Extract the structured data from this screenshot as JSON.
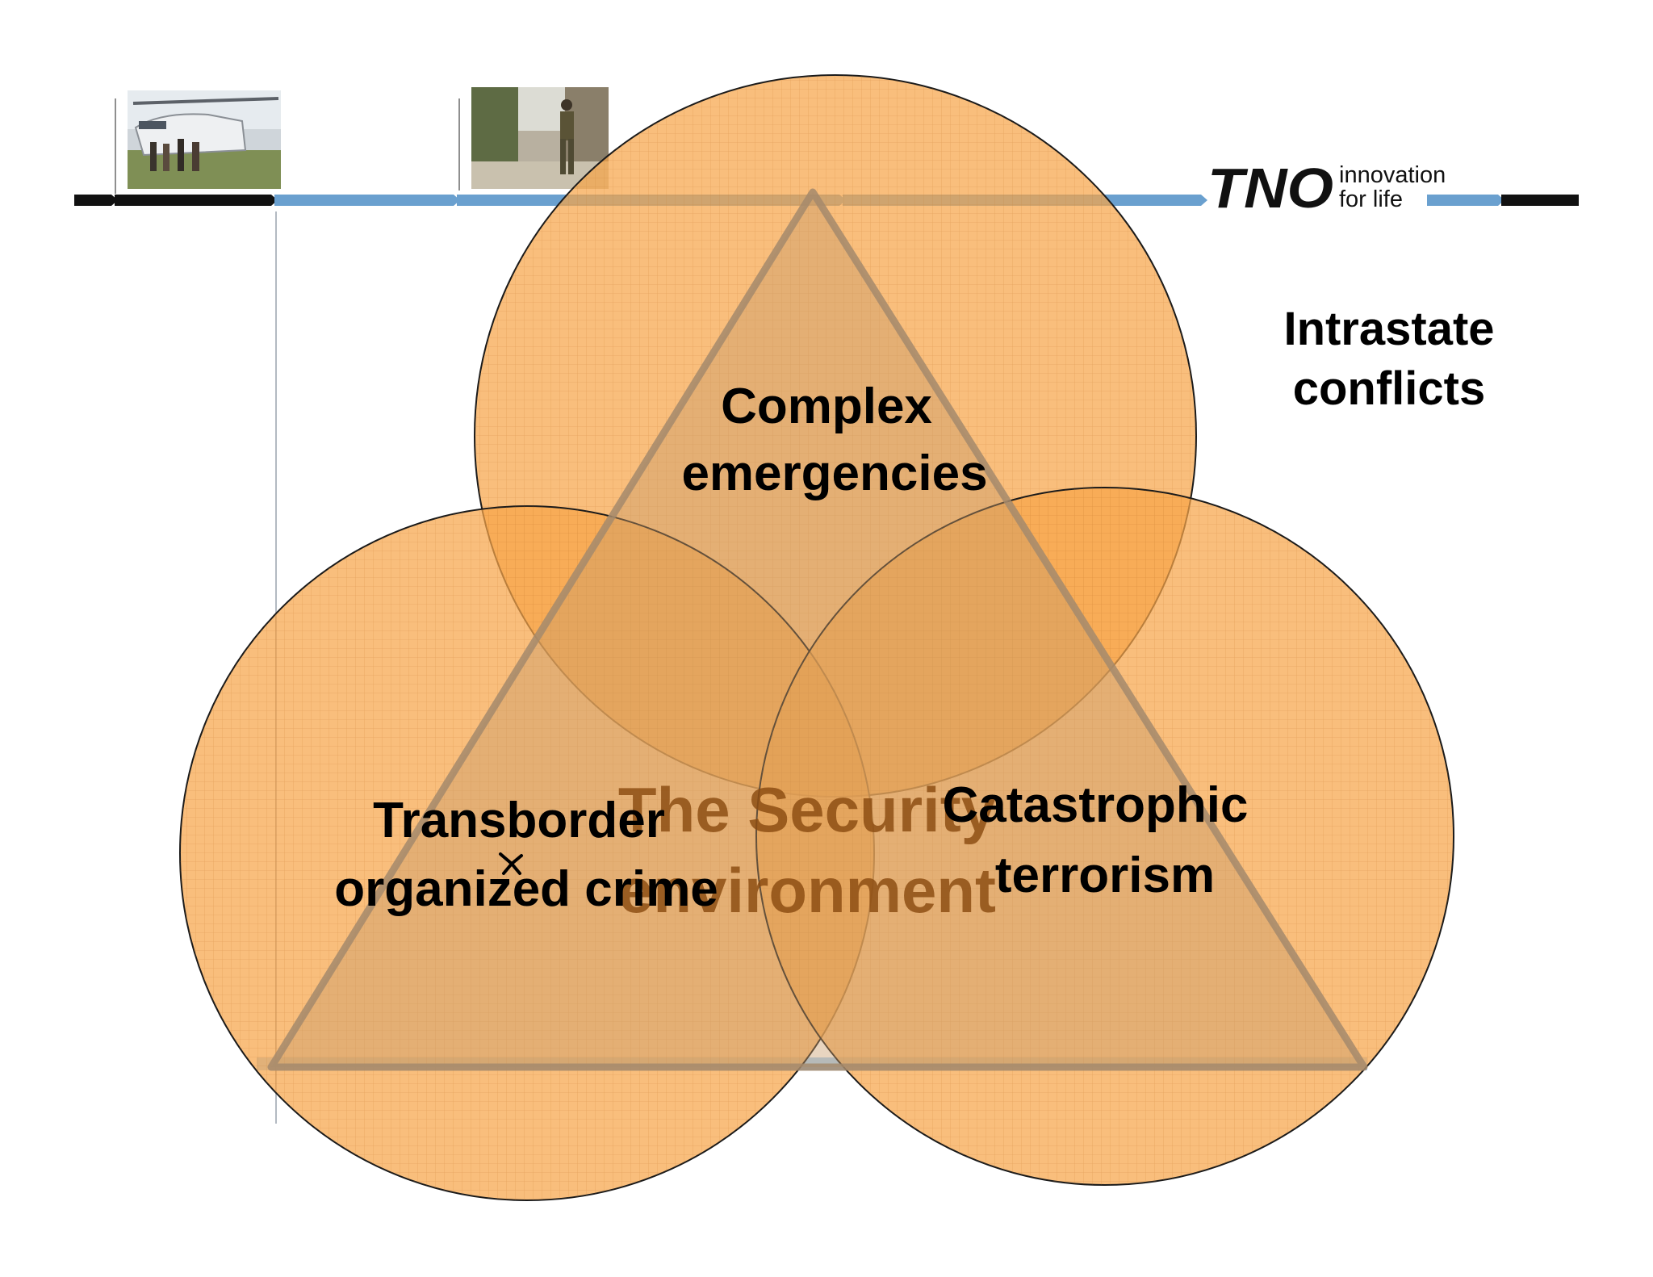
{
  "logo": {
    "brand": "TNO",
    "tagline_line1": "innovation",
    "tagline_line2": "for life"
  },
  "photos": [
    {
      "name": "helicopter-photo",
      "subject": "helicopter with people"
    },
    {
      "name": "soldier-photo",
      "subject": "soldier in street"
    }
  ],
  "diagram": {
    "center_label_line1": "The Security",
    "center_label_line2": "environment",
    "circles": [
      {
        "line1": "Complex",
        "line2": "emergencies"
      },
      {
        "line1": "Transborder",
        "line2": "organized crime"
      },
      {
        "line1": "Catastrophic",
        "line2": "terrorism"
      }
    ],
    "side_label_line1": "Intrastate",
    "side_label_line2": "conflicts"
  },
  "colors": {
    "circle_fill": "#f7a54a",
    "circle_stroke": "#1a1a1a",
    "triangle_fill": "#c89a6a",
    "triangle_stroke": "#a58a6c",
    "center_text": "#8a4a10",
    "header_blue": "#6aa0cf",
    "header_black": "#111111"
  }
}
